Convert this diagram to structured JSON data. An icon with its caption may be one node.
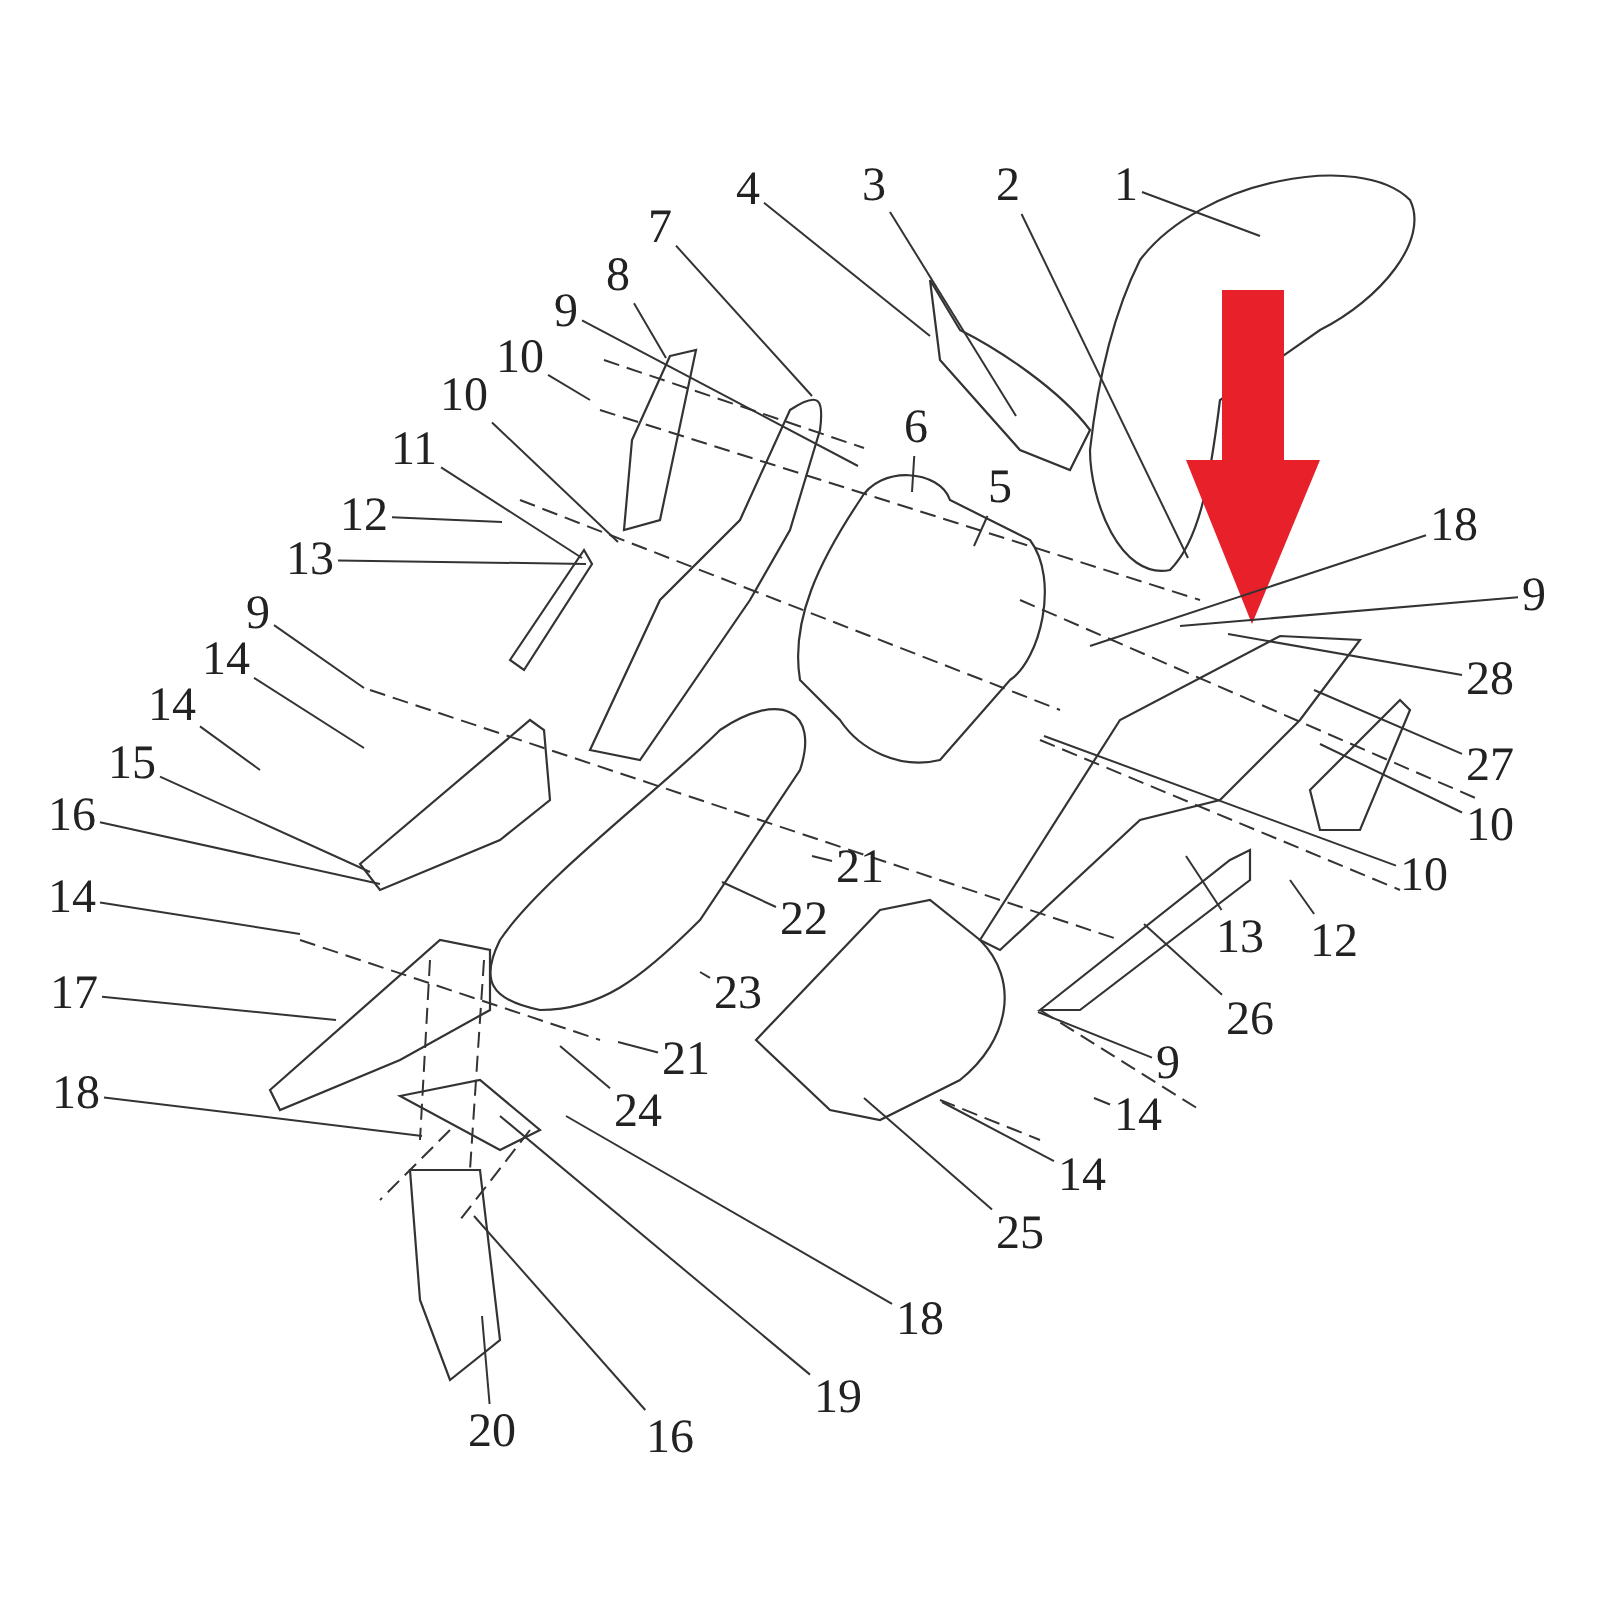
{
  "diagram": {
    "nodes": [
      {
        "text": [
          "1"
        ]
      },
      {
        "text": [
          "2"
        ]
      },
      {
        "text": [
          "3"
        ]
      },
      {
        "text": [
          "4"
        ]
      },
      {
        "text": [
          "7"
        ]
      },
      {
        "text": [
          "8"
        ]
      },
      {
        "text": [
          "9"
        ]
      },
      {
        "text": [
          "10"
        ]
      },
      {
        "text": [
          "10"
        ]
      },
      {
        "text": [
          "6"
        ]
      },
      {
        "text": [
          "11"
        ]
      },
      {
        "text": [
          "5"
        ]
      },
      {
        "text": [
          "12"
        ]
      },
      {
        "text": [
          "18"
        ]
      },
      {
        "text": [
          "13"
        ]
      },
      {
        "text": [
          "9"
        ]
      },
      {
        "text": [
          "9"
        ]
      },
      {
        "text": [
          "14"
        ]
      },
      {
        "text": [
          "28"
        ]
      },
      {
        "text": [
          "14"
        ]
      },
      {
        "text": [
          "27"
        ]
      },
      {
        "text": [
          "15"
        ]
      },
      {
        "text": [
          "16"
        ]
      },
      {
        "text": [
          "10"
        ]
      },
      {
        "text": [
          "21"
        ]
      },
      {
        "text": [
          "10"
        ]
      },
      {
        "text": [
          "14"
        ]
      },
      {
        "text": [
          "22"
        ]
      },
      {
        "text": [
          "13"
        ]
      },
      {
        "text": [
          "12"
        ]
      },
      {
        "text": [
          "17"
        ]
      },
      {
        "text": [
          "23"
        ]
      },
      {
        "text": [
          "26"
        ]
      },
      {
        "text": [
          "21"
        ]
      },
      {
        "text": [
          "9"
        ]
      },
      {
        "text": [
          "18"
        ]
      },
      {
        "text": [
          "24"
        ]
      },
      {
        "text": [
          "14"
        ]
      },
      {
        "text": [
          "14"
        ]
      },
      {
        "text": [
          "25"
        ]
      },
      {
        "text": [
          "18"
        ]
      },
      {
        "text": [
          "19"
        ]
      },
      {
        "text": [
          "20"
        ]
      },
      {
        "text": [
          "16"
        ]
      }
    ],
    "edges": [
      {
        "from": 0,
        "to": null,
        "arrow": "none"
      },
      {
        "from": 1,
        "to": null,
        "arrow": "none"
      },
      {
        "from": 2,
        "to": null,
        "arrow": "none"
      },
      {
        "from": 3,
        "to": null,
        "arrow": "none"
      },
      {
        "from": 4,
        "to": null,
        "arrow": "none"
      },
      {
        "from": 5,
        "to": null,
        "arrow": "none"
      },
      {
        "from": 6,
        "to": null,
        "arrow": "none"
      },
      {
        "from": 7,
        "to": null,
        "arrow": "none"
      },
      {
        "from": 8,
        "to": null,
        "arrow": "none"
      },
      {
        "from": 9,
        "to": null,
        "arrow": "none"
      },
      {
        "from": 10,
        "to": null,
        "arrow": "none"
      },
      {
        "from": 11,
        "to": null,
        "arrow": "none"
      },
      {
        "from": 12,
        "to": null,
        "arrow": "none"
      },
      {
        "from": 13,
        "to": null,
        "arrow": "none"
      },
      {
        "from": 14,
        "to": null,
        "arrow": "none"
      },
      {
        "from": 15,
        "to": null,
        "arrow": "none"
      },
      {
        "from": 16,
        "to": null,
        "arrow": "none"
      },
      {
        "from": 17,
        "to": null,
        "arrow": "none"
      },
      {
        "from": 18,
        "to": null,
        "arrow": "none"
      },
      {
        "from": 19,
        "to": null,
        "arrow": "none"
      },
      {
        "from": 20,
        "to": null,
        "arrow": "none"
      },
      {
        "from": 21,
        "to": null,
        "arrow": "none"
      },
      {
        "from": 22,
        "to": null,
        "arrow": "none"
      },
      {
        "from": 23,
        "to": null,
        "arrow": "none"
      },
      {
        "from": 24,
        "to": null,
        "arrow": "none"
      },
      {
        "from": 25,
        "to": null,
        "arrow": "none"
      },
      {
        "from": 26,
        "to": null,
        "arrow": "none"
      },
      {
        "from": 27,
        "to": null,
        "arrow": "none"
      },
      {
        "from": 28,
        "to": null,
        "arrow": "none"
      },
      {
        "from": 29,
        "to": null,
        "arrow": "none"
      },
      {
        "from": 30,
        "to": null,
        "arrow": "none"
      },
      {
        "from": 31,
        "to": null,
        "arrow": "none"
      },
      {
        "from": 32,
        "to": null,
        "arrow": "none"
      },
      {
        "from": 33,
        "to": null,
        "arrow": "none"
      },
      {
        "from": 34,
        "to": null,
        "arrow": "none"
      },
      {
        "from": 35,
        "to": null,
        "arrow": "none"
      },
      {
        "from": 36,
        "to": null,
        "arrow": "none"
      },
      {
        "from": 37,
        "to": null,
        "arrow": "none"
      },
      {
        "from": 38,
        "to": null,
        "arrow": "none"
      },
      {
        "from": 39,
        "to": null,
        "arrow": "none"
      },
      {
        "from": 40,
        "to": null,
        "arrow": "none"
      },
      {
        "from": 41,
        "to": null,
        "arrow": "none"
      },
      {
        "from": 42,
        "to": null,
        "arrow": "none"
      },
      {
        "from": 43,
        "to": null,
        "arrow": "none"
      }
    ]
  }
}
